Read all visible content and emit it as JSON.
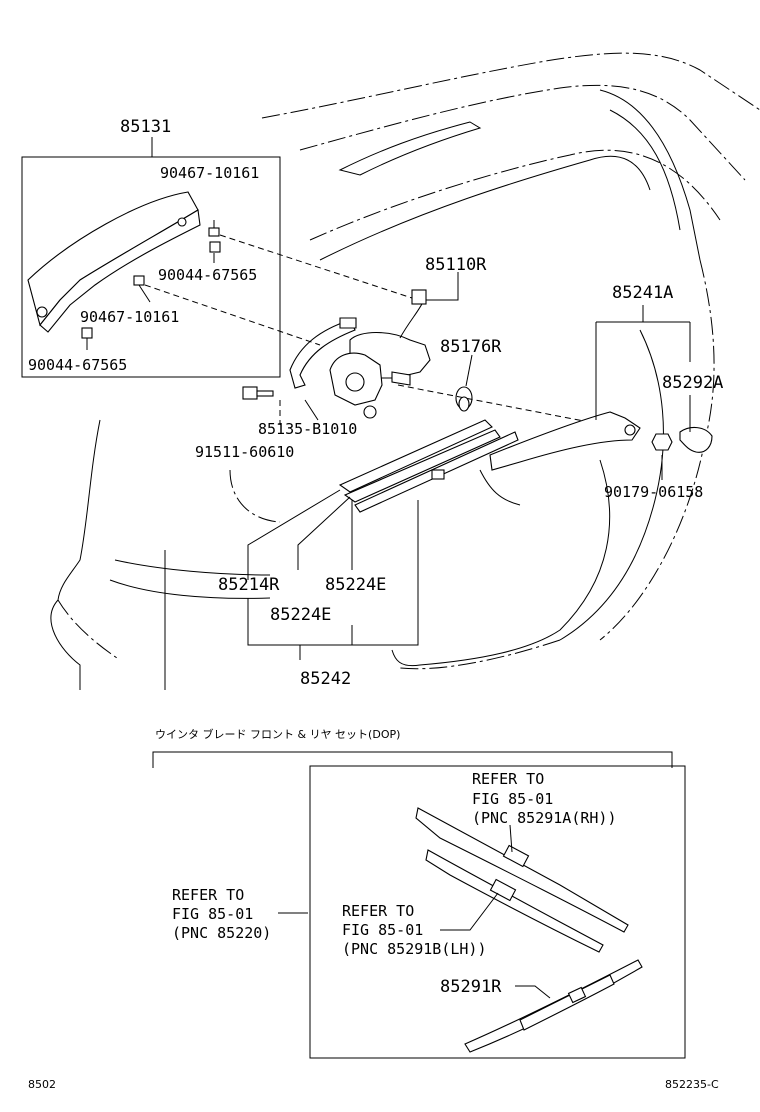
{
  "parts": {
    "p85131": "85131",
    "p90467a": "90467-10161",
    "p90044a": "90044-67565",
    "p90467b": "90467-10161",
    "p90044b": "90044-67565",
    "p85110R": "85110R",
    "p85176R": "85176R",
    "p85241A": "85241A",
    "p85292A": "85292A",
    "p85135": "85135-B1010",
    "p91511": "91511-60610",
    "p90179": "90179-06158",
    "p85214R": "85214R",
    "p85224Ea": "85224E",
    "p85224Eb": "85224E",
    "p85242": "85242",
    "p85291R": "85291R"
  },
  "kit": {
    "title": "ウインタ ブレード フロント & リヤ セット(DOP)"
  },
  "refs": {
    "rh": [
      "REFER TO",
      "FIG 85-01",
      "(PNC 85291A(RH))"
    ],
    "lh": [
      "REFER TO",
      "FIG 85-01",
      "(PNC 85291B(LH))"
    ],
    "front": [
      "REFER TO",
      "FIG 85-01",
      "(PNC 85220)"
    ]
  },
  "footer": {
    "left": "8502",
    "right": "852235-C"
  }
}
